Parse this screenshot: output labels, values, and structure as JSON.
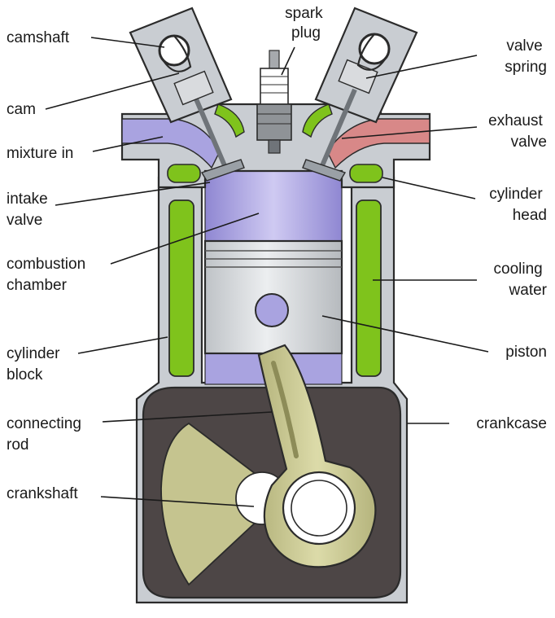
{
  "labels": {
    "camshaft": "camshaft",
    "spark_plug": [
      "spark",
      "plug"
    ],
    "valve_spring": [
      "valve",
      "spring"
    ],
    "cam": "cam",
    "exhaust_valve": [
      "exhaust",
      "valve"
    ],
    "mixture_in": "mixture in",
    "intake_valve": [
      "intake",
      "valve"
    ],
    "cylinder_head": [
      "cylinder",
      "head"
    ],
    "combustion_chamber": [
      "combustion",
      "chamber"
    ],
    "cooling_water": [
      "cooling",
      "water"
    ],
    "cylinder_block": [
      "cylinder",
      "block"
    ],
    "piston": "piston",
    "connecting_rod": [
      "connecting",
      "rod"
    ],
    "crankcase": "crankcase",
    "crankshaft": "crankshaft"
  },
  "colors": {
    "metal": "#c9cdd2",
    "metal_light": "#e4e6e9",
    "mixture": "#a9a3e0",
    "exhaust": "#d88888",
    "coolant": "#7fc31c",
    "crankcase_oil": "#4d4646",
    "rod": "#c5c48f",
    "outline": "#2b2b2b"
  }
}
